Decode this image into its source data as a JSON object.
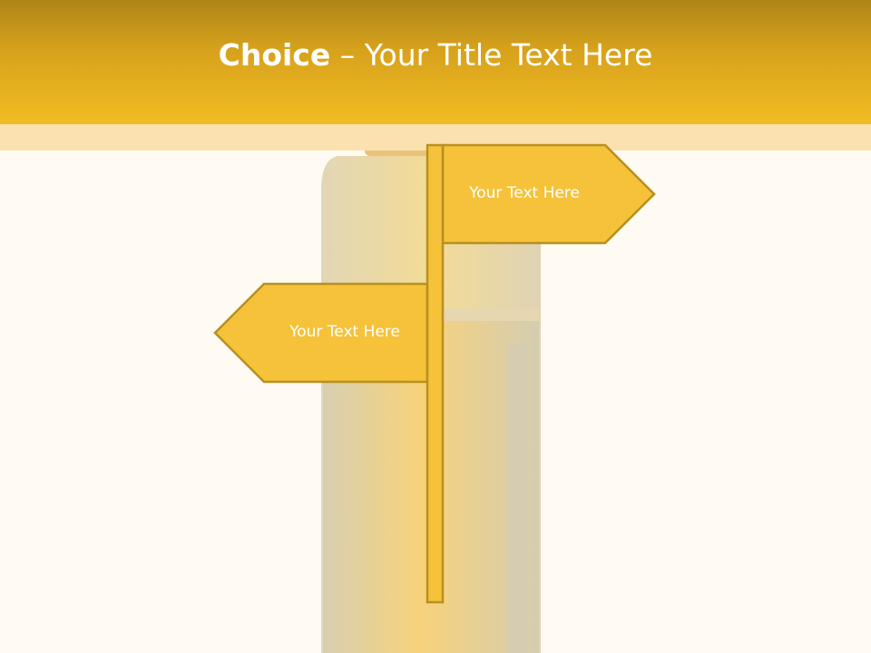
{
  "title": {
    "bold": "Choice",
    "rest": " – Your Title Text Here"
  },
  "signs": [
    {
      "text": "Your Text Here",
      "direction": "right"
    },
    {
      "text": "Your Text Here",
      "direction": "left"
    }
  ],
  "colors": {
    "header_top": "#ad8616",
    "header_bottom": "#f2bc23",
    "band": "#fbe1b0",
    "background": "#fffbf2",
    "sign_fill": "#f5c23a",
    "sign_stroke": "#b8901f"
  }
}
